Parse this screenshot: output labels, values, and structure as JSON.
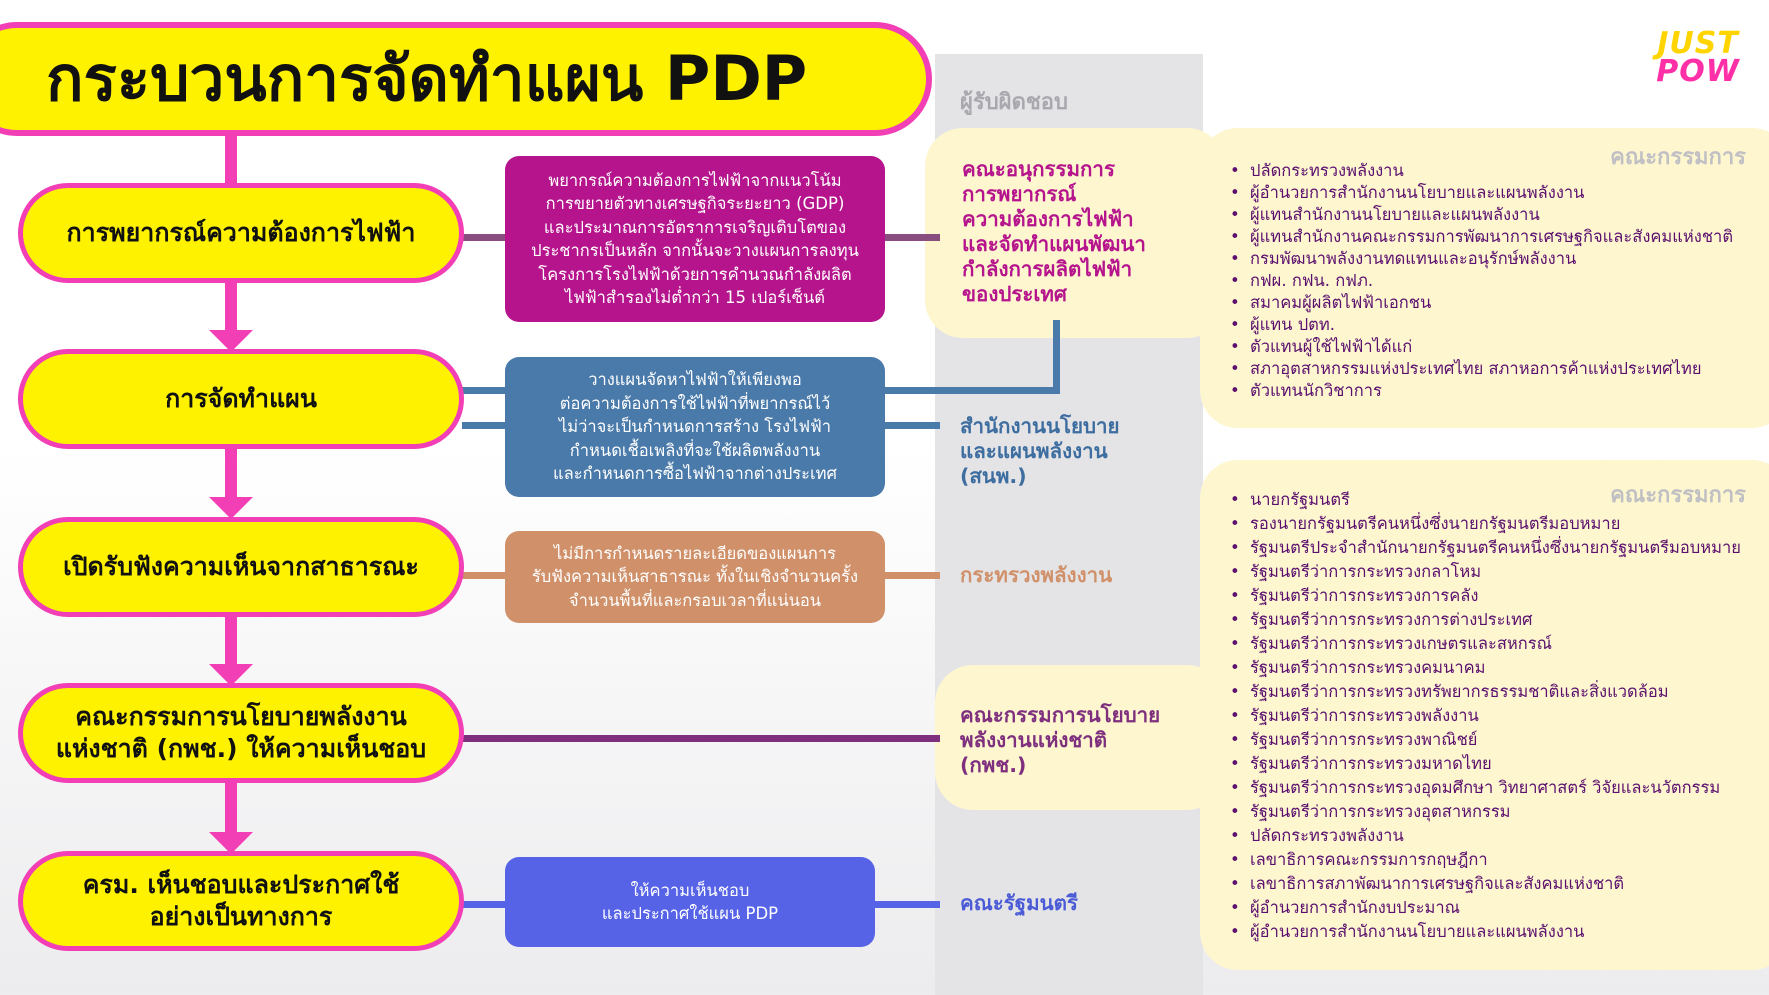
{
  "title": "กระบวนการจัดทำแผน PDP",
  "logo": {
    "line1": "JUST",
    "line2": "POW"
  },
  "responsible_header": "ผู้รับผิดชอบ",
  "steps": [
    {
      "label": "การพยากรณ์ความต้องการไฟฟ้า"
    },
    {
      "label": "การจัดทำแผน"
    },
    {
      "label": "เปิดรับฟังความเห็นจากสาธารณะ"
    },
    {
      "label": "คณะกรรมการนโยบายพลังงาน\nแห่งชาติ (กพช.) ให้ความเห็นชอบ"
    },
    {
      "label": "ครม. เห็นชอบและประกาศใช้\nอย่างเป็นทางการ"
    }
  ],
  "descriptions": [
    {
      "text": "พยากรณ์ความต้องการไฟฟ้าจากแนวโน้ม\nการขยายตัวทางเศรษฐกิจระยะยาว (GDP)\nและประมาณการอัตราการเจริญเติบโตของ\nประชากรเป็นหลัก จากนั้นจะวางแผนการลงทุน\nโครงการโรงไฟฟ้าด้วยการคำนวณกำลังผลิต\nไฟฟ้าสำรองไม่ต่ำกว่า 15 เปอร์เซ็นต์",
      "color": "#b5148c"
    },
    {
      "text": "วางแผนจัดหาไฟฟ้าให้เพียงพอ\nต่อความต้องการใช้ไฟฟ้าที่พยากรณ์ไว้\nไม่ว่าจะเป็นกำหนดการสร้าง โรงไฟฟ้า\nกำหนดเชื้อเพลิงที่จะใช้ผลิตพลังงาน\nและกำหนดการซื้อไฟฟ้าจากต่างประเทศ",
      "color": "#4a7aaa"
    },
    {
      "text": "ไม่มีการกำหนดรายละเอียดของแผนการ\nรับฟังความเห็นสาธารณะ ทั้งในเชิงจำนวนครั้ง\nจำนวนพื้นที่และกรอบเวลาที่แน่นอน",
      "color": "#d0916a"
    },
    {
      "text": "ให้ความเห็นชอบ\nและประกาศใช้แผน PDP",
      "color": "#5663e6"
    }
  ],
  "responsible": [
    {
      "label": "คณะอนุกรรมการ\nการพยากรณ์\nความต้องการไฟฟ้า\nและจัดทำแผนพัฒนา\nกำลังการผลิตไฟฟ้า\nของประเทศ",
      "color": "#b5148c"
    },
    {
      "label": "สำนักงานนโยบาย\nและแผนพลังงาน\n(สนพ.)",
      "color": "#3e6d9f"
    },
    {
      "label": "กระทรวงพลังงาน",
      "color": "#d0916a"
    },
    {
      "label": "คณะกรรมการนโยบาย\nพลังงานแห่งชาติ\n(กพช.)",
      "color": "#7e2f7e"
    },
    {
      "label": "คณะรัฐมนตรี",
      "color": "#4b5bd6"
    }
  ],
  "committees": [
    {
      "heading": "คณะกรรมการ",
      "members": [
        "ปลัดกระทรวงพลังงาน",
        "ผู้อำนวยการสำนักงานนโยบายและแผนพลังงาน",
        "ผู้แทนสำนักงานนโยบายและแผนพลังงาน",
        "ผู้แทนสำนักงานคณะกรรมการพัฒนาการเศรษฐกิจและสังคมแห่งชาติ",
        "กรมพัฒนาพลังงานทดแทนและอนุรักษ์พลังงาน",
        "กฟผ. กฟน. กฟภ.",
        "สมาคมผู้ผลิตไฟฟ้าเอกชน",
        "ผู้แทน ปตท.",
        "ตัวแทนผู้ใช้ไฟฟ้าได้แก่",
        "สภาอุตสาหกรรมแห่งประเทศไทย สภาหอการค้าแห่งประเทศไทย",
        "ตัวแทนนักวิชาการ"
      ]
    },
    {
      "heading": "คณะกรรมการ",
      "members": [
        "นายกรัฐมนตรี",
        "รองนายกรัฐมนตรีคนหนึ่งซึ่งนายกรัฐมนตรีมอบหมาย",
        "รัฐมนตรีประจำสำนักนายกรัฐมนตรีคนหนึ่งซึ่งนายกรัฐมนตรีมอบหมาย",
        "รัฐมนตรีว่าการกระทรวงกลาโหม",
        "รัฐมนตรีว่าการกระทรวงการคลัง",
        "รัฐมนตรีว่าการกระทรวงการต่างประเทศ",
        "รัฐมนตรีว่าการกระทรวงเกษตรและสหกรณ์",
        "รัฐมนตรีว่าการกระทรวงคมนาคม",
        "รัฐมนตรีว่าการกระทรวงทรัพยากรธรรมชาติและสิ่งแวดล้อม",
        "รัฐมนตรีว่าการกระทรวงพลังงาน",
        "รัฐมนตรีว่าการกระทรวงพาณิชย์",
        "รัฐมนตรีว่าการกระทรวงมหาดไทย",
        "รัฐมนตรีว่าการกระทรวงอุดมศึกษา วิทยาศาสตร์ วิจัยและนวัตกรรม",
        "รัฐมนตรีว่าการกระทรวงอุตสาหกรรม",
        "ปลัดกระทรวงพลังงาน",
        "เลขาธิการคณะกรรมการกฤษฎีกา",
        "เลขาธิการสภาพัฒนาการเศรษฐกิจและสังคมแห่งชาติ",
        "ผู้อำนวยการสำนักงบประมาณ",
        "ผู้อำนวยการสำนักงานนโยบายและแผนพลังงาน"
      ]
    }
  ],
  "colors": {
    "pink": "#f23fb6",
    "yellow": "#fff200",
    "cream": "#fdf6cf",
    "member_text": "#5b0f6e"
  }
}
